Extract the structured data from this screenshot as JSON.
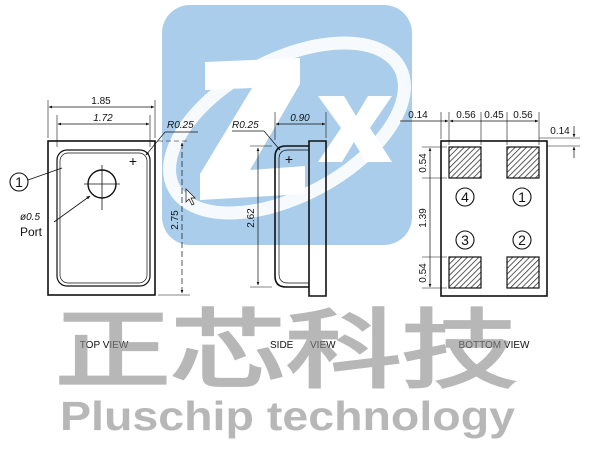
{
  "colors": {
    "logo_bg": "#a9cdea",
    "logo_glyph": "#ffffff",
    "line": "#111111",
    "pad_hatch": "#333333",
    "watermark": "#8a8a8a"
  },
  "logo": {
    "icon": "zx-logo-icon"
  },
  "top_view": {
    "caption": "TOP VIEW",
    "dim_outer_width": "1.85",
    "dim_inner_width": "1.72",
    "dim_corner_radius": "R0.25",
    "dim_height": "2.75",
    "dim_port_diameter": "ø0.5",
    "port_label": "Port",
    "pin_callout": "1",
    "polarity_mark": "+"
  },
  "side_view": {
    "caption_left": "SIDE",
    "caption_right": "VIEW",
    "dim_corner_radius": "R0.25",
    "dim_thickness": "0.90",
    "dim_height": "2.62",
    "polarity_mark": "+"
  },
  "bottom_view": {
    "caption": "BOTTOM VIEW",
    "dim_edge_left": "0.14",
    "dim_pad_width_1": "0.56",
    "dim_pad_gap": "0.45",
    "dim_pad_width_2": "0.56",
    "dim_edge_right": "0.14",
    "dim_pad_height_top": "0.54",
    "dim_pad_spacing": "1.39",
    "dim_pad_height_bottom": "0.54",
    "pin_labels": [
      "4",
      "1",
      "3",
      "2"
    ]
  },
  "watermark": {
    "chinese": "正芯科技",
    "english": "Pluschip technology"
  }
}
